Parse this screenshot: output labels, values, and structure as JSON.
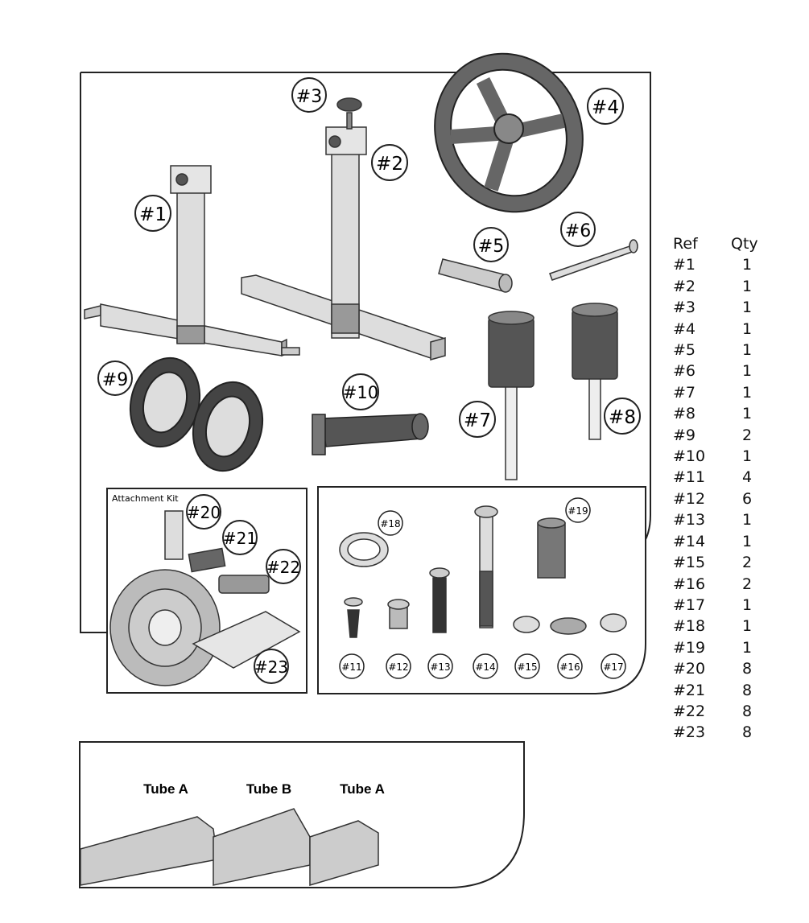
{
  "labels": {
    "p1": "#1",
    "p2": "#2",
    "p3": "#3",
    "p4": "#4",
    "p5": "#5",
    "p6": "#6",
    "p7": "#7",
    "p8": "#8",
    "p9": "#9",
    "p10": "#10",
    "p11": "#11",
    "p12": "#12",
    "p13": "#13",
    "p14": "#14",
    "p15": "#15",
    "p16": "#16",
    "p17": "#17",
    "p18": "#18",
    "p19": "#19",
    "p20": "#20",
    "p21": "#21",
    "p22": "#22",
    "p23": "#23"
  },
  "attachment_kit_title": "Attachment Kit",
  "tubes": {
    "left": "Tube A",
    "middle": "Tube B",
    "right": "Tube A"
  },
  "parts_table": {
    "header_ref": "Ref",
    "header_qty": "Qty",
    "rows": [
      {
        "ref": "#1",
        "qty": "1"
      },
      {
        "ref": "#2",
        "qty": "1"
      },
      {
        "ref": "#3",
        "qty": "1"
      },
      {
        "ref": "#4",
        "qty": "1"
      },
      {
        "ref": "#5",
        "qty": "1"
      },
      {
        "ref": "#6",
        "qty": "1"
      },
      {
        "ref": "#7",
        "qty": "1"
      },
      {
        "ref": "#8",
        "qty": "1"
      },
      {
        "ref": "#9",
        "qty": "2"
      },
      {
        "ref": "#10",
        "qty": "1"
      },
      {
        "ref": "#11",
        "qty": "4"
      },
      {
        "ref": "#12",
        "qty": "6"
      },
      {
        "ref": "#13",
        "qty": "1"
      },
      {
        "ref": "#14",
        "qty": "1"
      },
      {
        "ref": "#15",
        "qty": "2"
      },
      {
        "ref": "#16",
        "qty": "2"
      },
      {
        "ref": "#17",
        "qty": "1"
      },
      {
        "ref": "#18",
        "qty": "1"
      },
      {
        "ref": "#19",
        "qty": "1"
      },
      {
        "ref": "#20",
        "qty": "8"
      },
      {
        "ref": "#21",
        "qty": "8"
      },
      {
        "ref": "#22",
        "qty": "8"
      },
      {
        "ref": "#23",
        "qty": "8"
      }
    ]
  },
  "colors": {
    "part_fill": "#d9d9d9",
    "dark_part": "#555555",
    "outline": "#222222"
  }
}
